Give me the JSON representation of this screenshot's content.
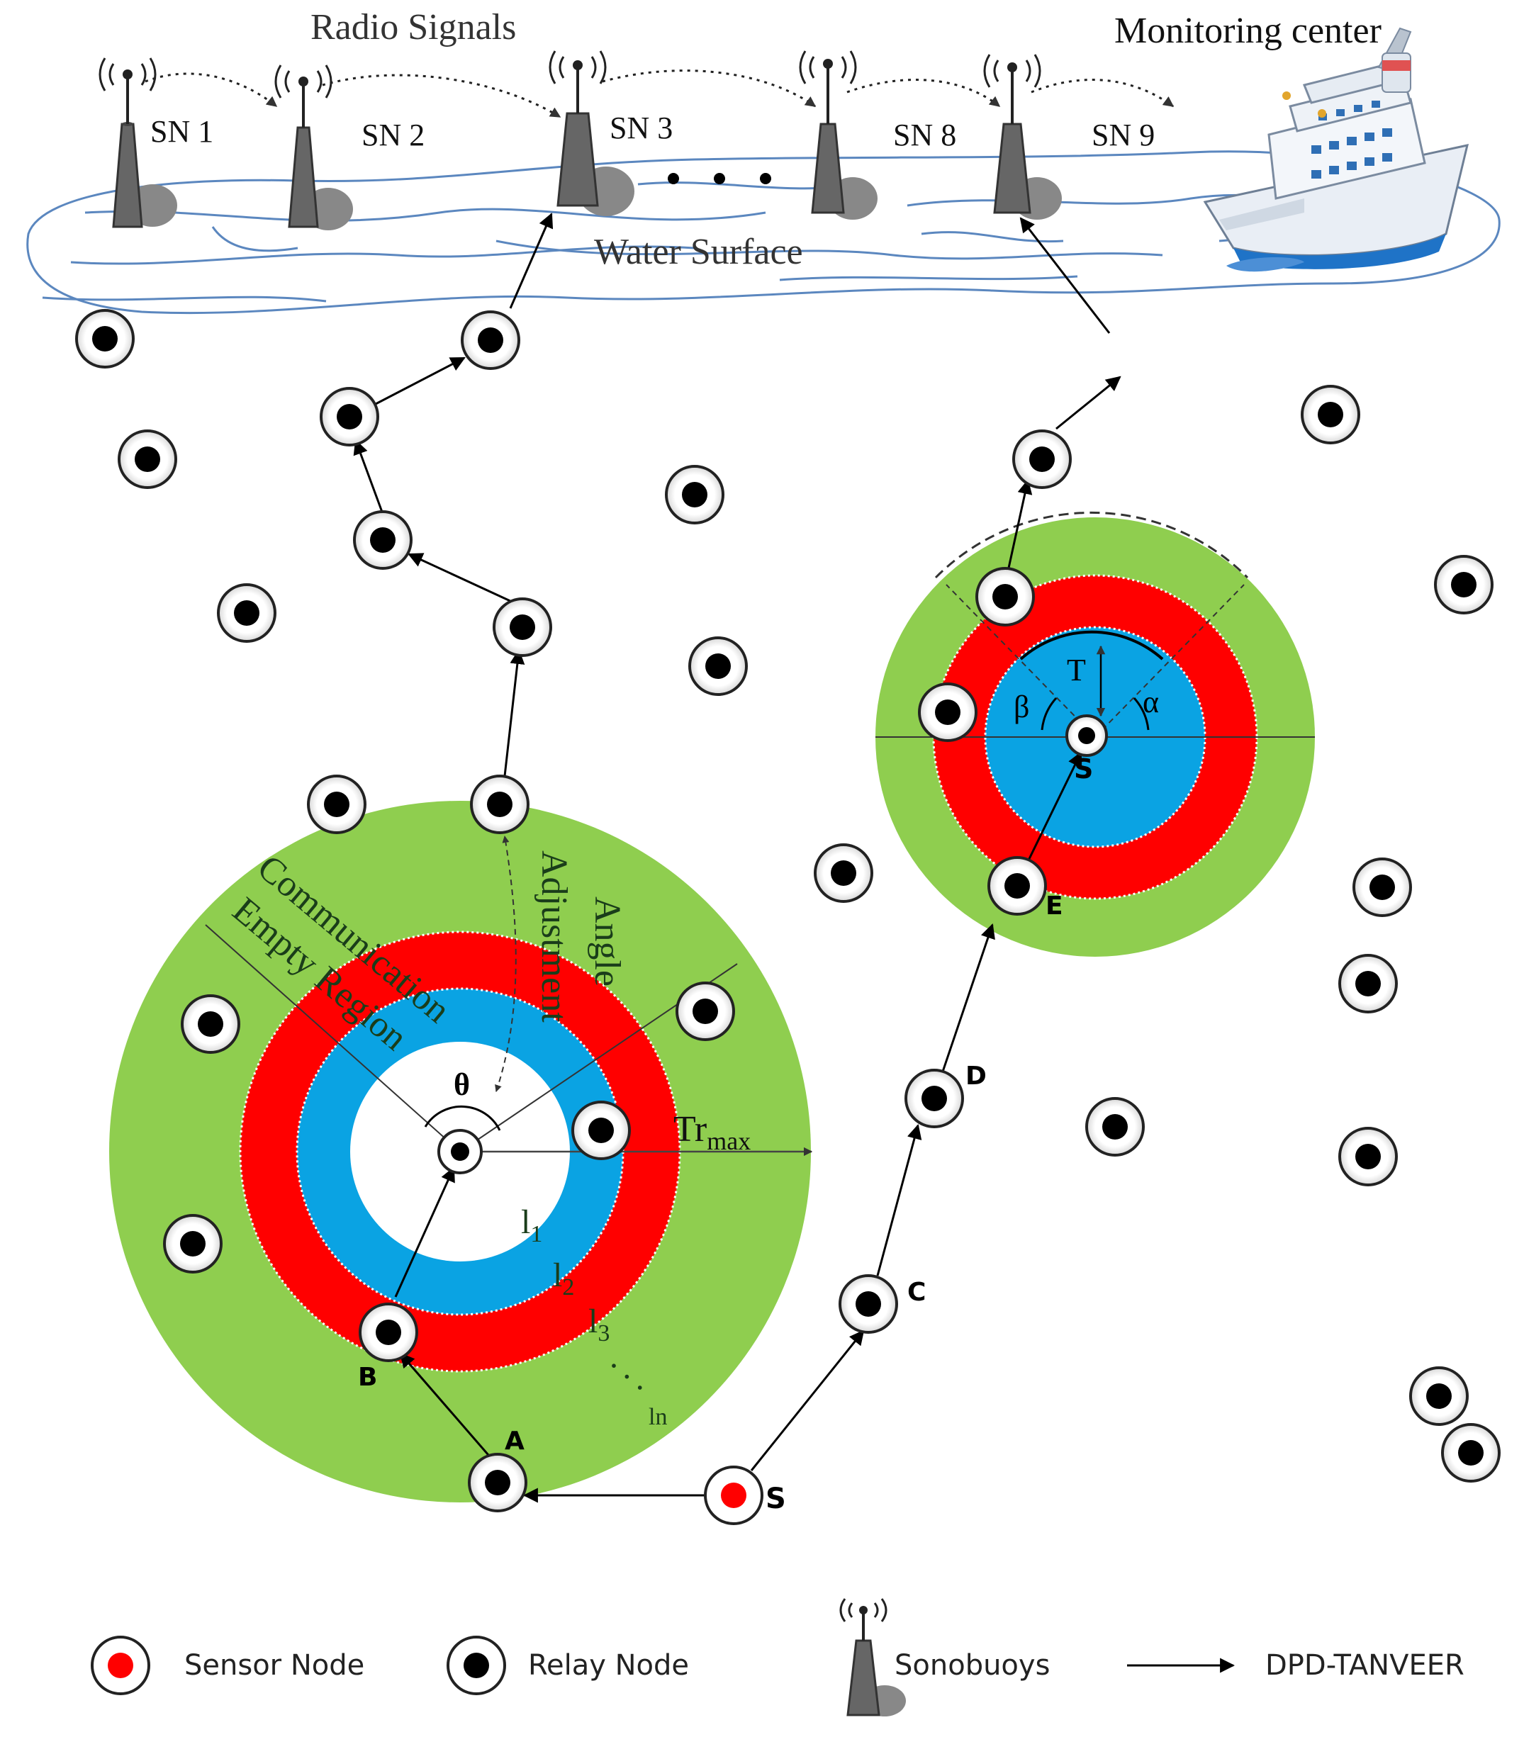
{
  "title": "",
  "colors": {
    "water_line": "#5b87bf",
    "green_ring": "#8fce4f",
    "red_ring": "#ff0000",
    "blue_ring": "#0aa3e3",
    "buoy": "#6b6b6b",
    "relay_dot": "#000000",
    "sensor_dot": "#ff0000",
    "arrow": "#000000",
    "angle_text": "#1a3d1a"
  },
  "header": {
    "radio_signals": "Radio Signals",
    "monitoring_center": "Monitoring center",
    "water_surface": "Water Surface"
  },
  "sonobuoys": [
    {
      "label": "SN 1"
    },
    {
      "label": "SN 2"
    },
    {
      "label": "SN 3"
    },
    {
      "label": "SN 8"
    },
    {
      "label": "SN 9"
    }
  ],
  "relay_path_labels": {
    "a": "A",
    "b": "B",
    "c": "C",
    "d": "D",
    "e": "E",
    "s": "S"
  },
  "left_region": {
    "communication": "Communication",
    "empty_region": "Empty Region",
    "angle": "Angle",
    "adjustment": "Adjustment",
    "theta": "θ",
    "tr": "Tr",
    "tr_sub": "max",
    "levels": [
      {
        "l": "l",
        "sub": "1"
      },
      {
        "l": "l",
        "sub": "2"
      },
      {
        "l": "l",
        "sub": "3"
      }
    ],
    "ln": "ln",
    "dots": ". . ."
  },
  "right_region": {
    "t": "T",
    "alpha": "α",
    "beta": "β",
    "s": "S"
  },
  "legend": {
    "sensor_node": "Sensor Node",
    "relay_node": "Relay Node",
    "sonobuoys": "Sonobuoys",
    "dpd": "DPD-TANVEER"
  }
}
